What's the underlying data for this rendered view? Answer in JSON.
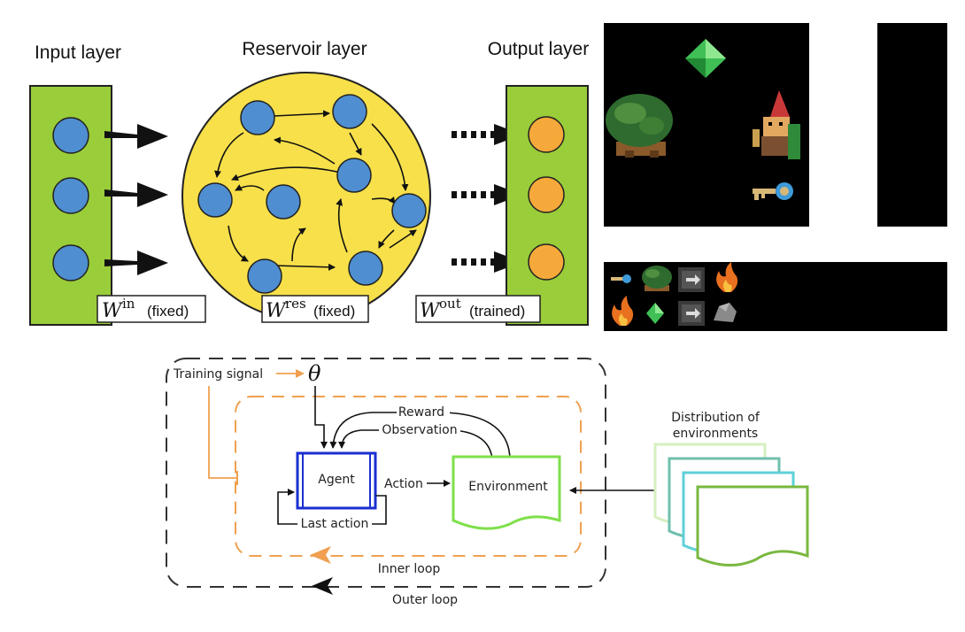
{
  "reservoir": {
    "input_title": "Input layer",
    "reservoir_title": "Reservoir layer",
    "output_title": "Output layer",
    "w_in": {
      "symbol": "W",
      "sup": "in",
      "note": "(fixed)"
    },
    "w_res": {
      "symbol": "W",
      "sup": "res",
      "note": "(fixed)"
    },
    "w_out": {
      "symbol": "W",
      "sup": "out",
      "note": "(trained)"
    },
    "colors": {
      "input_panel": "#9acd3a",
      "input_node": "#4f8ed0",
      "reservoir": "#f7e04a",
      "output_node": "#f4a93a"
    }
  },
  "game": {
    "inventory_row1": [
      "key-icon",
      "tree-icon",
      "book-icon",
      "fire-icon"
    ],
    "inventory_row2": [
      "fire-icon",
      "gem-icon",
      "book-icon",
      "rock-icon"
    ]
  },
  "meta_rl": {
    "training_signal": "Training signal",
    "theta": "θ",
    "reward": "Reward",
    "observation": "Observation",
    "agent": "Agent",
    "action": "Action",
    "environment": "Environment",
    "last_action": "Last action",
    "inner_loop": "Inner loop",
    "outer_loop": "Outer loop",
    "distribution_line1": "Distribution of",
    "distribution_line2": "environments",
    "colors": {
      "orange": "#f0a050",
      "agent_blue": "#1a2fd0",
      "env_green": "#7ee04a"
    }
  }
}
